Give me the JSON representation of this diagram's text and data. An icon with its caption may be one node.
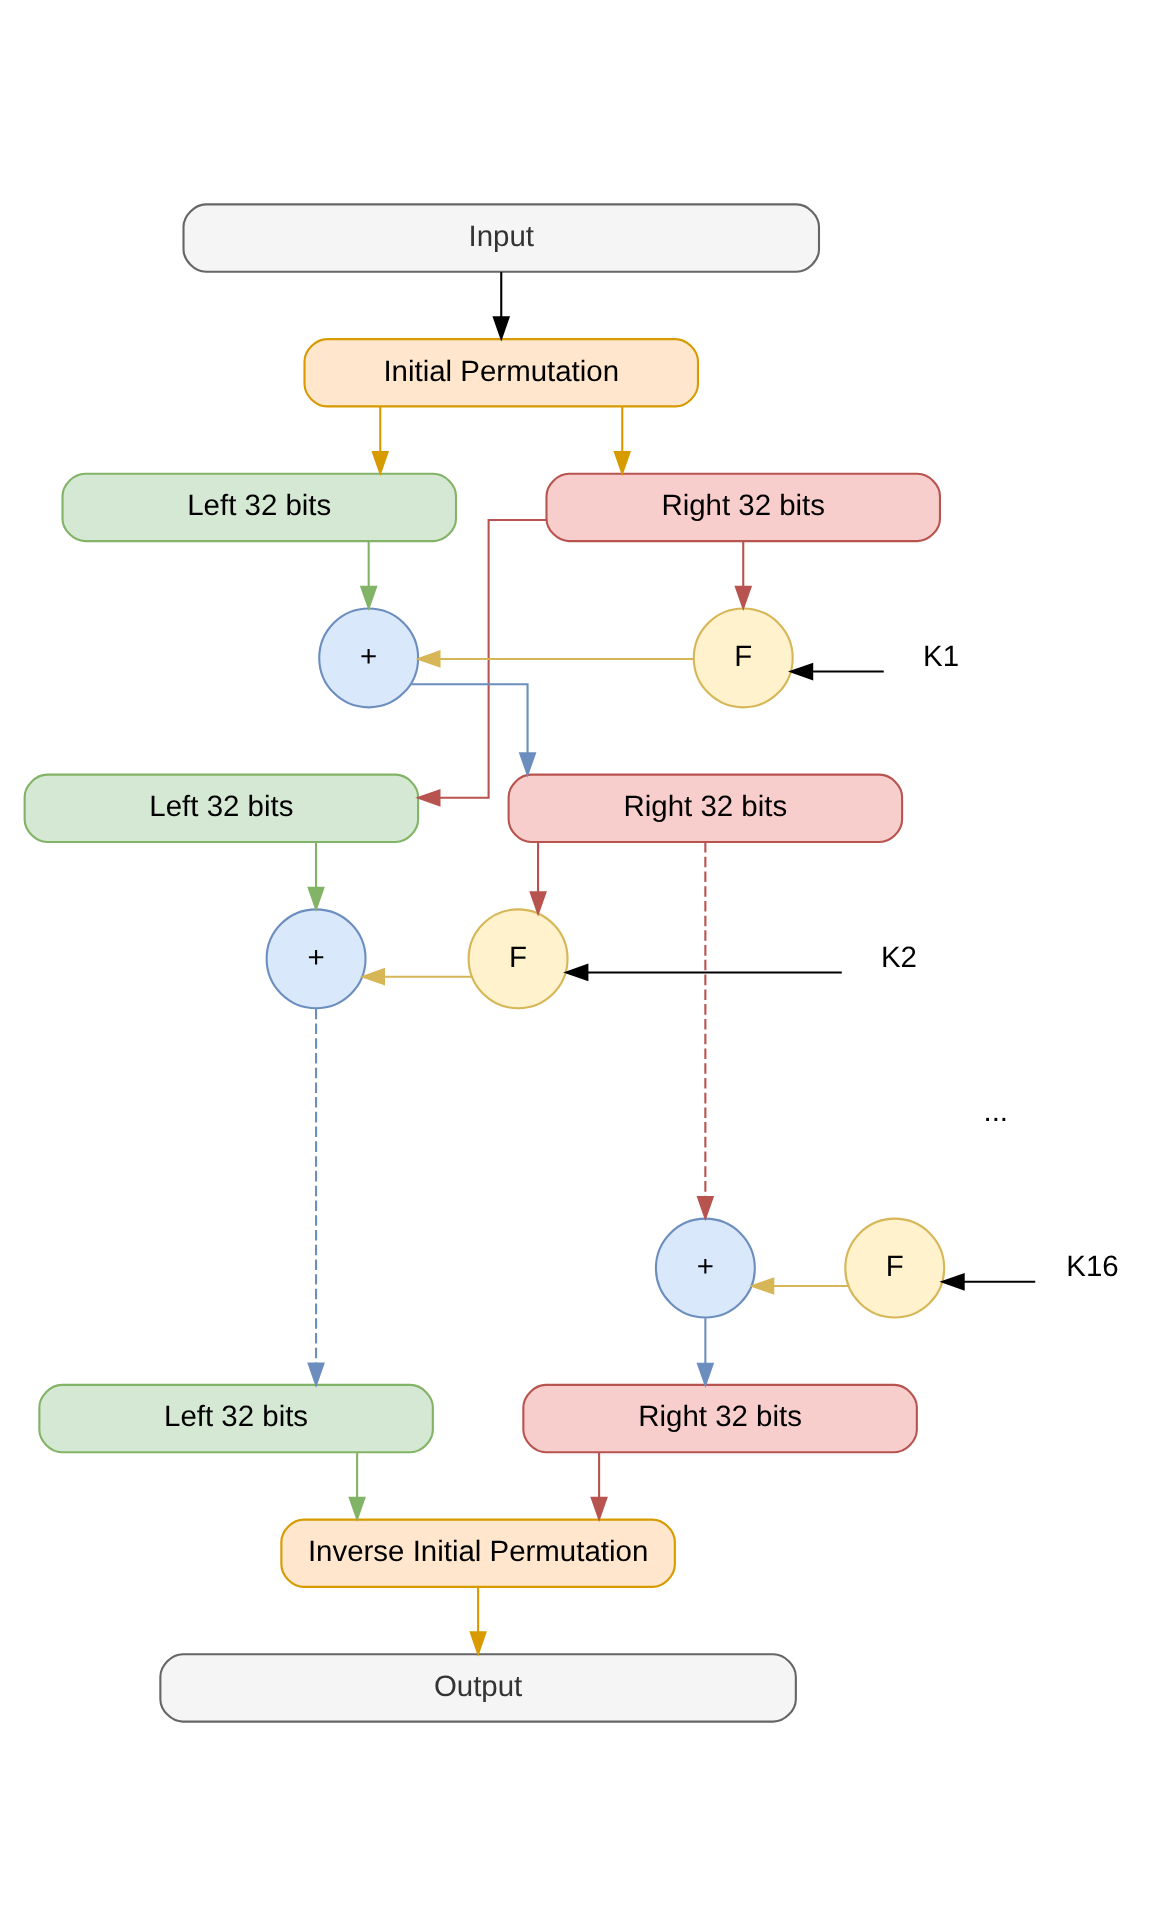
{
  "diagram": {
    "nodes": [
      {
        "text": [
          "Input"
        ]
      },
      {
        "text": [
          "Initial Permutation"
        ]
      },
      {
        "text": [
          "Left 32 bits"
        ]
      },
      {
        "text": [
          "Right 32 bits"
        ]
      },
      {
        "text": [
          "+"
        ]
      },
      {
        "text": [
          "F"
        ]
      },
      {
        "text": [
          "K1"
        ]
      },
      {
        "text": [
          "Left 32 bits"
        ]
      },
      {
        "text": [
          "Right 32 bits"
        ]
      },
      {
        "text": [
          "+"
        ]
      },
      {
        "text": [
          "F"
        ]
      },
      {
        "text": [
          "K2"
        ]
      },
      {
        "text": [
          "+"
        ]
      },
      {
        "text": [
          "F"
        ]
      },
      {
        "text": [
          "K16"
        ]
      },
      {
        "text": [
          "Left 32 bits"
        ]
      },
      {
        "text": [
          "Right 32 bits"
        ]
      },
      {
        "text": [
          "Inverse Initial Permutation"
        ]
      },
      {
        "text": [
          "Output"
        ]
      }
    ],
    "edges": [
      {
        "from": 0,
        "to": 1,
        "arrow": "to",
        "color": "#000000"
      },
      {
        "from": 1,
        "to": 2,
        "arrow": "to",
        "color": "#d79b00"
      },
      {
        "from": 1,
        "to": 3,
        "arrow": "to",
        "color": "#d79b00"
      },
      {
        "from": 2,
        "to": 4,
        "arrow": "to",
        "color": "#82b366"
      },
      {
        "from": 3,
        "to": 5,
        "arrow": "to",
        "color": "#b85450"
      },
      {
        "from": 5,
        "to": 4,
        "arrow": "to",
        "color": "#d6b656"
      },
      {
        "from": 6,
        "to": 5,
        "arrow": "to",
        "color": "#000000"
      },
      {
        "from": 4,
        "to": 8,
        "arrow": "to",
        "color": "#6c8ebf"
      },
      {
        "from": 3,
        "to": 7,
        "arrow": "to",
        "color": "#b85450"
      },
      {
        "from": 7,
        "to": 9,
        "arrow": "to",
        "color": "#82b366"
      },
      {
        "from": 8,
        "to": 10,
        "arrow": "to",
        "color": "#b85450"
      },
      {
        "from": 10,
        "to": 9,
        "arrow": "to",
        "color": "#d6b656"
      },
      {
        "from": 11,
        "to": 10,
        "arrow": "to",
        "color": "#000000"
      },
      {
        "from": 8,
        "to": 12,
        "arrow": "to",
        "style": "dashed",
        "color": "#b85450"
      },
      {
        "from": 13,
        "to": 12,
        "arrow": "to",
        "color": "#d6b656"
      },
      {
        "from": 14,
        "to": 13,
        "arrow": "to",
        "color": "#000000"
      },
      {
        "from": 9,
        "to": 15,
        "arrow": "to",
        "style": "dashed",
        "color": "#6c8ebf"
      },
      {
        "from": 12,
        "to": 16,
        "arrow": "to",
        "color": "#6c8ebf"
      },
      {
        "from": 15,
        "to": 17,
        "arrow": "to",
        "color": "#82b366"
      },
      {
        "from": 16,
        "to": 17,
        "arrow": "to",
        "color": "#b85450"
      },
      {
        "from": 17,
        "to": 18,
        "arrow": "to",
        "color": "#d79b00"
      }
    ],
    "labels": [
      "..."
    ]
  }
}
